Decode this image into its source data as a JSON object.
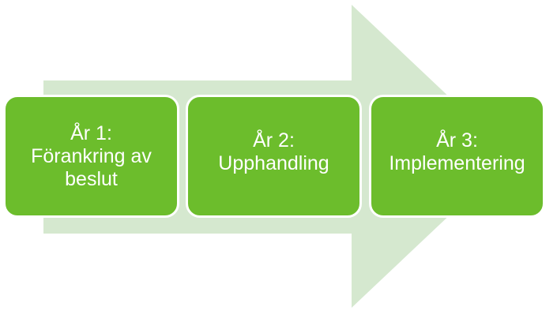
{
  "colors": {
    "arrow": "#d5e8cf",
    "box": "#6cbd2c",
    "box_border": "#ffffff",
    "text": "#ffffff"
  },
  "steps": [
    {
      "title": "År 1:",
      "label": "Förankring av beslut"
    },
    {
      "title": "År 2:",
      "label": "Upphandling"
    },
    {
      "title": "År 3:",
      "label": "Implementering"
    }
  ]
}
